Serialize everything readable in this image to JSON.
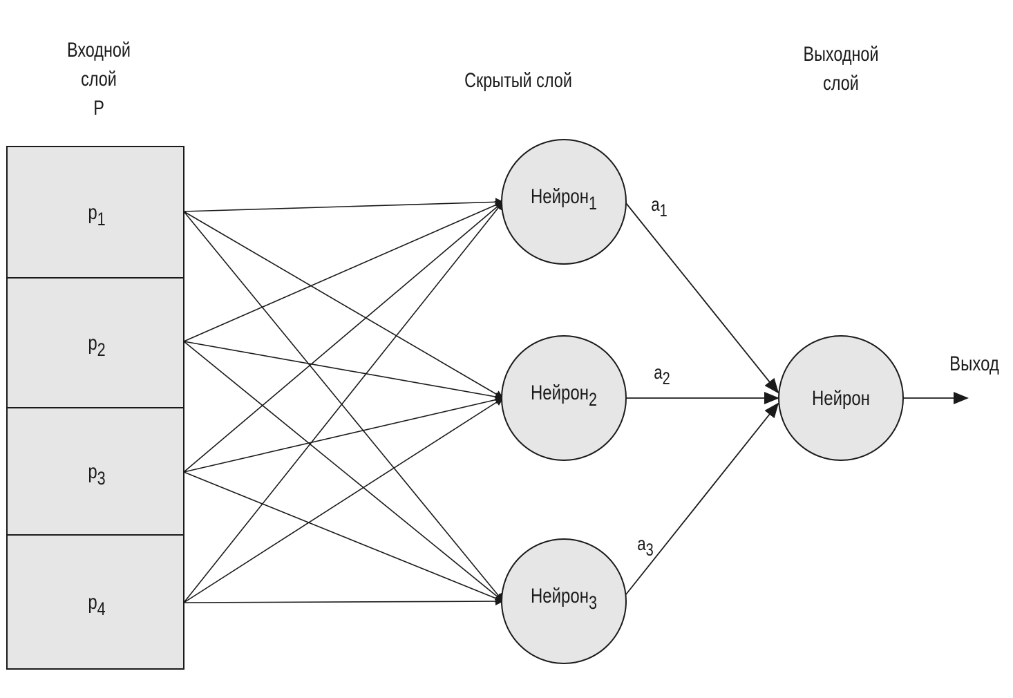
{
  "headers": {
    "input": [
      "Входной",
      "слой",
      "P"
    ],
    "hidden": "Скрытый слой",
    "output": [
      "Выходной",
      "слой"
    ]
  },
  "inputs": [
    {
      "base": "p",
      "sub": "1"
    },
    {
      "base": "p",
      "sub": "2"
    },
    {
      "base": "p",
      "sub": "3"
    },
    {
      "base": "p",
      "sub": "4"
    }
  ],
  "hidden_neurons": [
    {
      "base": "Нейрон",
      "sub": "1"
    },
    {
      "base": "Нейрон",
      "sub": "2"
    },
    {
      "base": "Нейрон",
      "sub": "3"
    }
  ],
  "hidden_outputs": [
    {
      "base": "a",
      "sub": "1"
    },
    {
      "base": "a",
      "sub": "2"
    },
    {
      "base": "a",
      "sub": "3"
    }
  ],
  "output_neuron": "Нейрон",
  "output_label": "Выход",
  "colors": {
    "fill": "#e6e6e6",
    "stroke": "#1a1a1a"
  }
}
